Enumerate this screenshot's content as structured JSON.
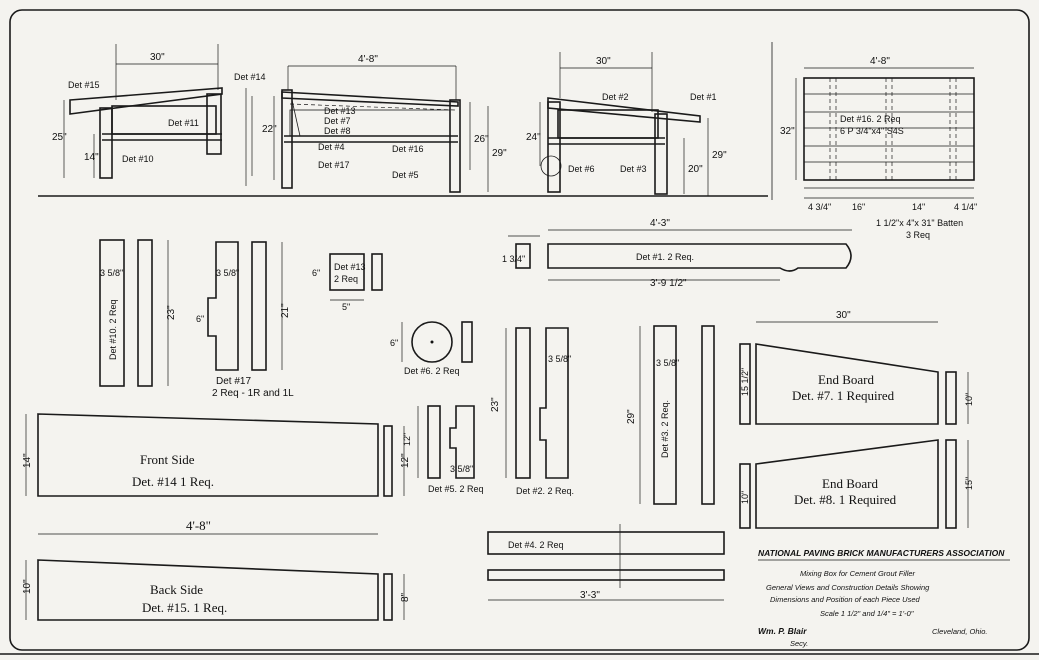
{
  "views": {
    "v1_width": "30\"",
    "v1_height": "25\"",
    "v1_leg": "14\"",
    "v2_width": "4'-8\"",
    "v2_h1": "22\"",
    "v2_h2": "26\"",
    "v2_h3": "29\"",
    "v3_width": "30\"",
    "v3_h1": "24\"",
    "v3_h2": "29\"",
    "v3_leg": "20\""
  },
  "labels": {
    "det15": "Det #15",
    "det14": "Det #14",
    "det10": "Det #10",
    "det11": "Det #11",
    "det13": "Det #13",
    "det7": "Det #7",
    "det8": "Det #8",
    "det4": "Det #4",
    "det17": "Det #17",
    "det16": "Det #16",
    "det5": "Det #5",
    "det2": "Det #2",
    "det1": "Det #1",
    "det3": "Det #3",
    "det6": "Det #6"
  },
  "bottom_plan": {
    "width": "4'-8\"",
    "height": "32\"",
    "label1": "Det #16. 2 Req",
    "label2": "6 P 3/4\"x4\" S4S",
    "seg1": "4 3/4\"",
    "seg2": "16\"",
    "seg3": "14\"",
    "seg4": "4 1/4\"",
    "batten": "1 1/2\"x 4\"x 31\" Batten",
    "batten_req": "3 Req"
  },
  "det1": {
    "length": "4'-3\"",
    "label": "Det #1. 2 Req.",
    "sub": "3'-9 1/2\"",
    "end": "1 3/4\""
  },
  "parts": {
    "det10": "Det #10. 2 Req",
    "det10_w": "3 5/8\"",
    "det10_h": "23\"",
    "det17": "Det #17",
    "det17_req": "2 Req - 1R and 1L",
    "det17_w": "3 5/8\"",
    "det17_h": "21\"",
    "det17_n": "6\"",
    "det13": "Det #13",
    "det13_req": "2 Req",
    "det13_w": "5\"",
    "det13_h": "6\"",
    "det6": "Det #6. 2 Req",
    "det6_d": "6\"",
    "det5": "Det #5. 2 Req",
    "det5_h": "12\"",
    "det5_w": "3 5/8\"",
    "det2": "Det #2. 2 Req.",
    "det2_h": "23\"",
    "det2_w": "3 5/8\"",
    "det3": "Det #3. 2 Req.",
    "det3_h": "29\"",
    "det3_w": "3 5/8\""
  },
  "boards": {
    "front": "Front Side",
    "front_det": "Det. #14 1 Req.",
    "front_h": "14\"",
    "front_th": "12\"",
    "length": "4'-8\"",
    "back": "Back Side",
    "back_det": "Det. #15. 1 Req.",
    "back_h": "10\"",
    "back_th": "8\"",
    "end_width": "30\"",
    "end7": "End Board",
    "end7_det": "Det. #7. 1 Required",
    "end7_h": "15 1/2\"",
    "end7_h2": "10\"",
    "end8": "End Board",
    "end8_det": "Det. #8. 1 Required",
    "end8_h": "10\"",
    "end8_h2": "15\"",
    "det4": "Det #4. 2 Req",
    "det4_len": "3'-3\""
  },
  "title": {
    "assoc": "NATIONAL PAVING BRICK MANUFACTURERS ASSOCIATION",
    "line1": "Mixing Box for Cement Grout Filler",
    "line2": "General Views and Construction Details Showing",
    "line3": "Dimensions and Position of each Piece Used",
    "scale": "Scale 1 1/2\" and 1/4\" = 1'-0\"",
    "signature": "Wm. P. Blair",
    "sig_title": "Secy.",
    "city": "Cleveland, Ohio."
  }
}
